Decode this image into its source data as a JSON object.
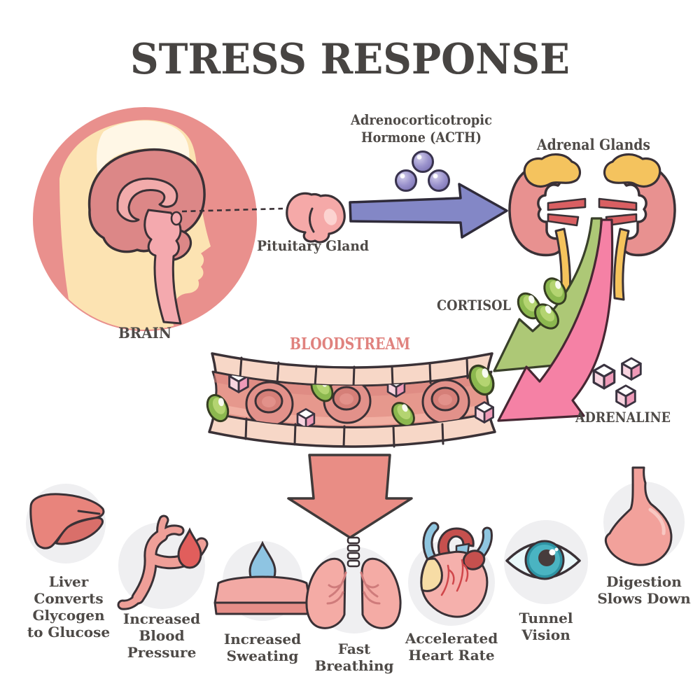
{
  "title": "STRESS RESPONSE",
  "brain": {
    "label": "BRAIN"
  },
  "pituitary": {
    "label": "Pituitary Gland"
  },
  "acth": {
    "line1": "Adrenocorticotropic",
    "line2": "Hormone (ACTH)"
  },
  "adrenal": {
    "label": "Adrenal Glands"
  },
  "cortisol": {
    "label": "CORTISOL"
  },
  "adrenaline": {
    "label": "ADRENALINE"
  },
  "bloodstream": {
    "label": "BLOODSTREAM"
  },
  "effects": [
    {
      "icon": "liver-icon",
      "lines": [
        "Liver",
        "Converts",
        "Glycogen",
        "to Glucose"
      ]
    },
    {
      "icon": "artery-icon",
      "lines": [
        "Increased",
        "Blood",
        "Pressure"
      ]
    },
    {
      "icon": "sweat-icon",
      "lines": [
        "Increased",
        "Sweating"
      ]
    },
    {
      "icon": "lungs-icon",
      "lines": [
        "Fast",
        "Breathing"
      ]
    },
    {
      "icon": "heart-icon",
      "lines": [
        "Accelerated",
        "Heart Rate"
      ]
    },
    {
      "icon": "eye-icon",
      "lines": [
        "Tunnel",
        "Vision"
      ]
    },
    {
      "icon": "stomach-icon",
      "lines": [
        "Digestion",
        "Slows Down"
      ]
    }
  ],
  "icons": [
    "brain-icon",
    "pituitary-gland-icon",
    "acth-molecules-icon",
    "acth-arrow-icon",
    "adrenal-glands-icon",
    "cortisol-arrow-icon",
    "adrenaline-arrow-icon",
    "cortisol-molecules-icon",
    "adrenaline-molecules-icon",
    "bloodstream-vessel-icon",
    "red-blood-cell-icon",
    "effects-down-arrow-icon",
    "liver-icon",
    "artery-icon",
    "sweat-icon",
    "lungs-icon",
    "heart-icon",
    "eye-icon",
    "stomach-icon"
  ],
  "colors": {
    "title_text": "#474442",
    "label_text": "#4e4a47",
    "outline": "#3a3136",
    "head_circle_salmon": "#e9908d",
    "face_cream": "#fce3b2",
    "brain_rose": "#dc8787",
    "acth_arrow_purple": "#8387c6",
    "acth_sphere_purple": "#9a92cc",
    "cortisol_green": "#8cb84f",
    "cortisol_arrow_green": "#adc876",
    "adrenaline_arrow_pink": "#f581a5",
    "adrenaline_cube_pink": "#ef9ab8",
    "kidney_pink": "#e89190",
    "adrenal_yellow": "#f4c35e",
    "vessel_wall": "#f7d7c7",
    "vessel_interior": "#e6988d",
    "red_blood_cell": "#e2918a",
    "bloodstream_label": "#e0827e",
    "effect_circle_gray": "#efeff1",
    "sweat_drop_blue": "#90c4e2",
    "eye_teal": "#4ab4c2",
    "blood_drop_red": "#e15e5c",
    "down_arrow_salmon": "#e98d85"
  }
}
